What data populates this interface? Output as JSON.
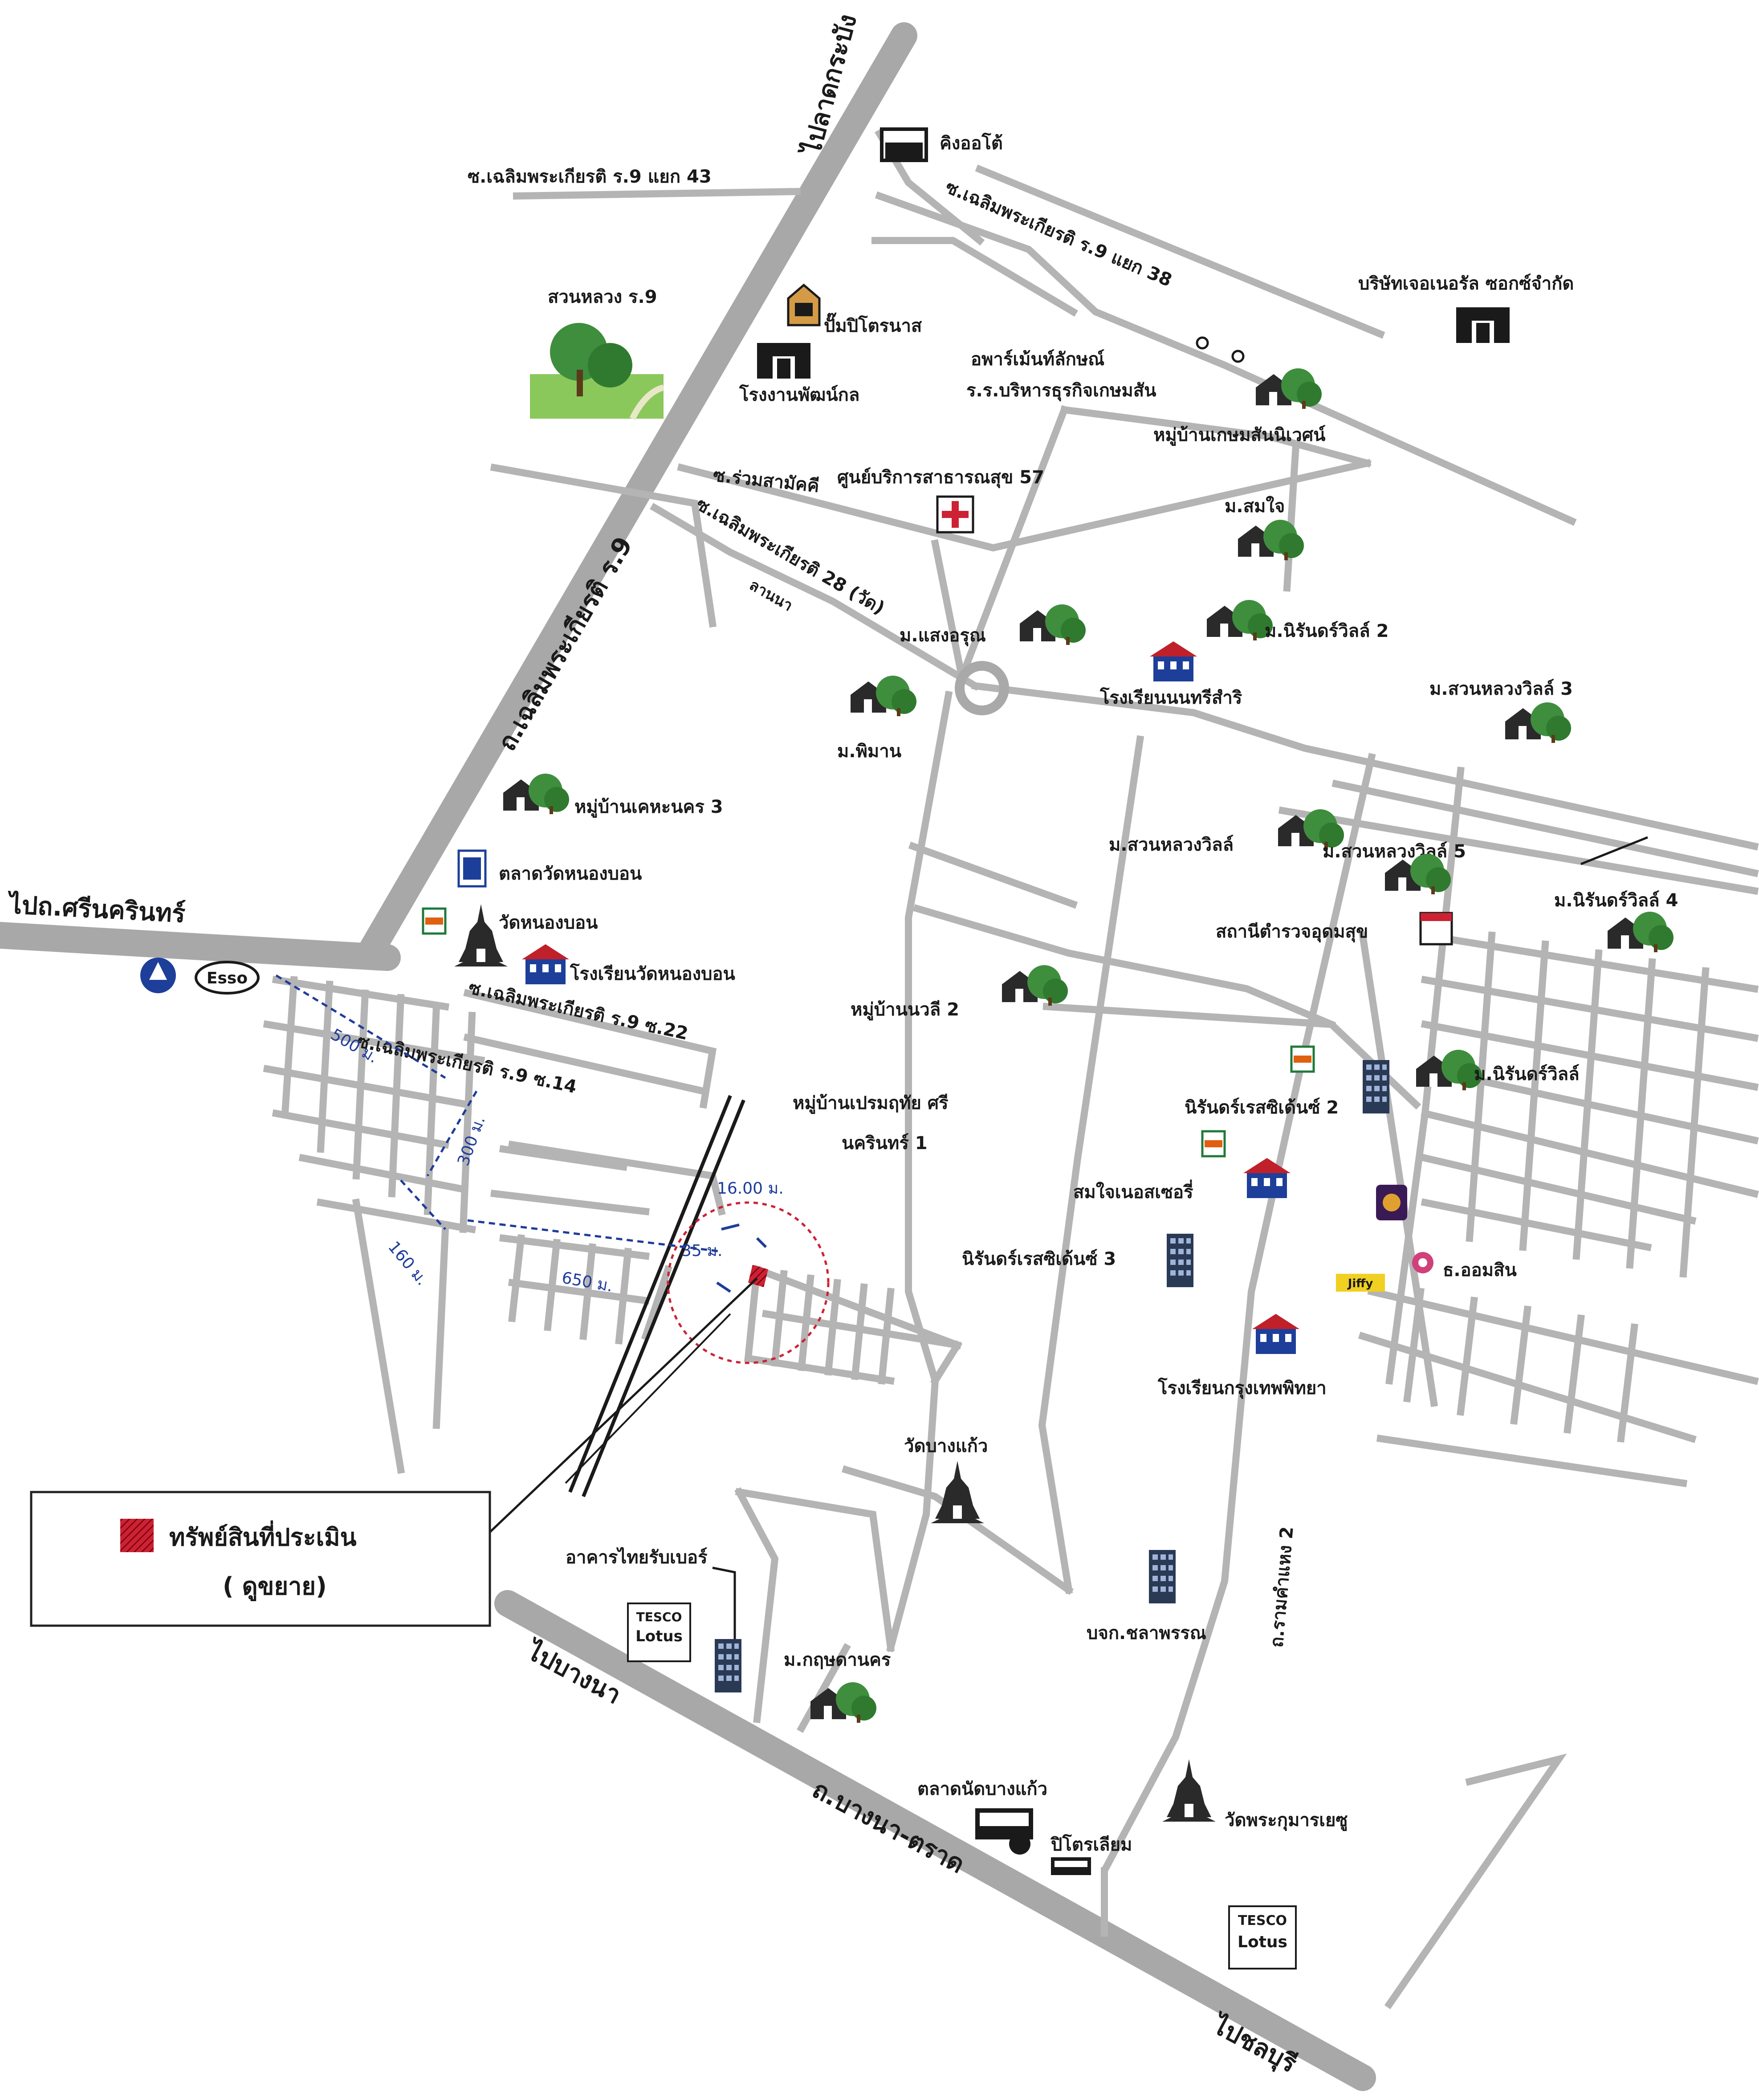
{
  "roads": {
    "to_lat_krabang": "ไปลาดกระบัง",
    "to_srinakarin": "ไปถ.ศรีนครินทร์",
    "to_bang_na": "ไปบางนา",
    "to_chonburi": "ไปชลบุรี",
    "chaloem_phrakiat_r9": "ถ.เฉลิมพระเกียรติ ร.9",
    "bang_na_trat": "ถ.บางนา-ตราด",
    "soi_r9_43": "ซ.เฉลิมพระเกียรติ ร.9 แยก 43",
    "soi_r9_38": "ซ.เฉลิมพระเกียรติ ร.9 แยก 38",
    "soi_ruam_samakkhi": "ซ.ร่วมสามัคคี",
    "soi_r9_28": "ซ.เฉลิมพระเกียรติ 28 (วัด)",
    "lan_na": "ลานนา",
    "soi_r9_22": "ซ.เฉลิมพระเกียรติ ร.9 ซ.22",
    "soi_r9_14": "ซ.เฉลิมพระเกียรติ ร.9 ซ.14",
    "ramkhamhaeng_2": "ถ.รามคำแหง 2"
  },
  "places": {
    "king_auto": "คิงออโต้",
    "general_box": "บริษัทเจอเนอรัล ซอกซ์จำกัด",
    "suan_luang": "สวนหลวง ร.9",
    "pump_station": "ปั๊มปิโตรนาส",
    "factory": "โรงงานพัฒน์กล",
    "apartment": "อพาร์เม้นท์ลักษณ์",
    "ror_kasem": "ร.ร.บริหารธุรกิจเกษมสัน",
    "village_kasem": "หมู่บ้านเกษมสันนิเวศน์",
    "health_center": "ศูนย์บริการสาธารณสุข 57",
    "m_somjai": "ม.สมใจ",
    "m_saeng_arun": "ม.แสงอรุณ",
    "m_nirun_2": "ม.นิรันดร์วิลล์ 2",
    "nonthasamri": "โรงเรียนนนทรีสำริ",
    "m_suan_luang_3": "ม.สวนหลวงวิลล์ 3",
    "m_phiman": "ม.พิมาน",
    "village_kheha_3": "หมู่บ้านเคหะนคร 3",
    "market_nongbon": "ตลาดวัดหนองบอน",
    "m_suan_luang": "ม.สวนหลวงวิลล์",
    "m_suan_luang_5": "ม.สวนหลวงวิลล์ 5",
    "m_nirun_4": "ม.นิรันดร์วิลล์ 4",
    "wat_nongbon": "วัดหนองบอน",
    "police": "สถานีตำรวจอุดมสุข",
    "school_nongbon": "โรงเรียนวัดหนองบอน",
    "village_nawa_2": "หมู่บ้านนวลี 2",
    "nirun_residence_2": "นิรันดร์เรสซิเด้นซ์ 2",
    "m_nirun": "ม.นิรันดร์วิลล์",
    "village_prem_1": "หมู่บ้านเปรมฤทัย ศรี",
    "village_prem_2": "นครินทร์ 1",
    "somjai_center": "สมใจเนอสเซอรี่",
    "nirun_residence_3": "นิรันดร์เรสซิเด้นซ์ 3",
    "bank": "ธ.ออมสิน",
    "school_krungthep": "โรงเรียนกรุงเทพพิทยา",
    "wat_bang_kaeo": "วัดบางแก้ว",
    "thai_rubber": "อาคารไทยรับเบอร์",
    "chonlaphan": "บจก.ชลาพรรณ",
    "m_kritsada": "ม.กฤษดานคร",
    "market_bang_kaeo": "ตลาดนัดบางแก้ว",
    "petroleum": "ปิโตรเลียม",
    "wat_kumaree": "วัดพระกุมารเยซู",
    "tesco": "TESCO",
    "lotus": "Lotus",
    "esso": "Esso",
    "seven": "7",
    "jiffy": "Jiffy"
  },
  "distances": {
    "d500": "500 ม.",
    "d300": "300 ม.",
    "d160": "160 ม.",
    "d650": "650 ม.",
    "d35": "35 ม.",
    "d16": "16.00 ม."
  },
  "legend": {
    "title": "ทรัพย์สินที่ประเมิน",
    "sub": "( ดูขยาย)"
  },
  "colors": {
    "road": "#a8a8a8",
    "property": "#cc2233",
    "distance": "#1e3c9a",
    "tree": "#3e8e3e",
    "building": "#2a2a2a"
  }
}
